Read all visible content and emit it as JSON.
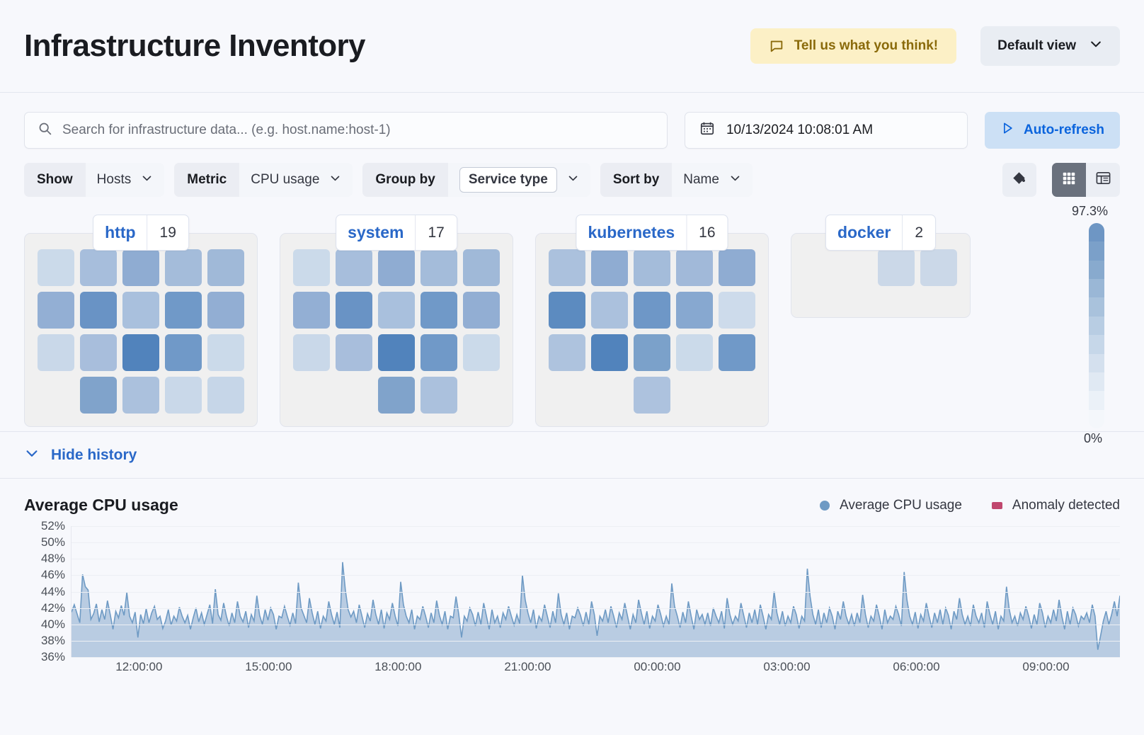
{
  "header": {
    "title": "Infrastructure Inventory",
    "feedback_label": "Tell us what you think!",
    "view_label": "Default view"
  },
  "search": {
    "placeholder": "Search for infrastructure data... (e.g. host.name:host-1)",
    "date_value": "10/13/2024 10:08:01 AM",
    "auto_refresh_label": "Auto-refresh"
  },
  "filters": [
    {
      "label": "Show",
      "value": "Hosts",
      "boxed": false
    },
    {
      "label": "Metric",
      "value": "CPU usage",
      "boxed": false
    },
    {
      "label": "Group by",
      "value": "Service type",
      "boxed": true
    },
    {
      "label": "Sort by",
      "value": "Name",
      "boxed": false
    }
  ],
  "waffle": {
    "legend_max": "97.3%",
    "legend_min": "0%",
    "legend_colors": [
      "#6E96C4",
      "#7BA0C9",
      "#88AACE",
      "#9AB7D6",
      "#A9C2DC",
      "#B8CDE3",
      "#C6D7E9",
      "#D4E0EE",
      "#E0E9F3",
      "#EBF1F8",
      "#F4F7FB"
    ],
    "groups": [
      {
        "name": "http",
        "count": "19",
        "rows": [
          {
            "align": "left",
            "colors": [
              "#CBDAEA",
              "#A7BEDC",
              "#8FACD2",
              "#A4BCDA",
              "#A0B9D8"
            ]
          },
          {
            "align": "left",
            "colors": [
              "#93AFD4",
              "#6993C5",
              "#A9C0DD",
              "#7099C8",
              "#92AED3"
            ]
          },
          {
            "align": "left",
            "colors": [
              "#C9D8E9",
              "#A8BEDC",
              "#5183BC",
              "#7099C8",
              "#CBDAEA"
            ]
          },
          {
            "align": "offset1",
            "colors": [
              "#80A3CB",
              "#ABC1DD",
              "#C9D8E9",
              "#C6D6E8"
            ]
          }
        ]
      },
      {
        "name": "system",
        "count": "17",
        "rows": [
          {
            "align": "left",
            "colors": [
              "#CBDAEA",
              "#A7BEDC",
              "#8FACD2",
              "#A4BCDA",
              "#A0B9D8"
            ]
          },
          {
            "align": "left",
            "colors": [
              "#93AFD4",
              "#6993C5",
              "#A9C0DD",
              "#7099C8",
              "#92AED3"
            ]
          },
          {
            "align": "left",
            "colors": [
              "#C9D8E9",
              "#A8BEDC",
              "#5183BC",
              "#7099C8",
              "#CBDAEA"
            ]
          },
          {
            "align": "center2",
            "colors": [
              "#80A3CB",
              "#ABC1DD"
            ]
          }
        ]
      },
      {
        "name": "kubernetes",
        "count": "16",
        "rows": [
          {
            "align": "left",
            "colors": [
              "#ABC1DD",
              "#8FACD2",
              "#A4BCDA",
              "#A1B9D9",
              "#8FACD2"
            ]
          },
          {
            "align": "left",
            "colors": [
              "#5C8BC0",
              "#ABC1DD",
              "#6E97C7",
              "#87A8D0",
              "#CDDBEB"
            ]
          },
          {
            "align": "left",
            "colors": [
              "#AEC3DE",
              "#5183BC",
              "#7BA1CA",
              "#CBDAEA",
              "#7099C8"
            ]
          },
          {
            "align": "center1",
            "colors": [
              "#ADC2DE"
            ]
          }
        ]
      },
      {
        "name": "docker",
        "count": "2",
        "rows": [
          {
            "align": "docker",
            "colors": [
              "#CBD8E8",
              "#CBD8E8"
            ]
          }
        ]
      }
    ]
  },
  "history": {
    "toggle_label": "Hide history"
  },
  "chart_data": {
    "type": "area",
    "title": "Average CPU usage",
    "xlabel": "",
    "ylabel": "",
    "grid": true,
    "legend_position": "top-right",
    "legend": [
      {
        "name": "Average CPU usage",
        "color": "#6E9AC4",
        "marker": "circle"
      },
      {
        "name": "Anomaly detected",
        "color": "#C0476E",
        "marker": "square"
      }
    ],
    "ylim": [
      36,
      52
    ],
    "yticks": [
      "52%",
      "50%",
      "48%",
      "46%",
      "44%",
      "42%",
      "40%",
      "38%",
      "36%"
    ],
    "xticks": [
      "12:00:00",
      "15:00:00",
      "18:00:00",
      "21:00:00",
      "00:00:00",
      "03:00:00",
      "06:00:00",
      "09:00:00"
    ],
    "series": [
      {
        "name": "Average CPU usage",
        "color": "#6E9AC4",
        "values": [
          41.5,
          42.4,
          41.3,
          40.2,
          46.1,
          44.6,
          44.2,
          40.6,
          41.3,
          42.5,
          40.3,
          41.8,
          40.6,
          42.9,
          41.2,
          39.4,
          41.6,
          40.8,
          42.3,
          41.1,
          43.9,
          41.0,
          40.2,
          41.5,
          38.4,
          41.2,
          40.1,
          41.9,
          40.2,
          41.4,
          42.2,
          40.6,
          41.0,
          39.5,
          40.4,
          41.8,
          39.9,
          41.0,
          40.4,
          42.1,
          41.0,
          40.2,
          41.1,
          39.4,
          40.8,
          42.0,
          40.3,
          41.4,
          40.0,
          41.2,
          42.4,
          40.1,
          44.3,
          41.2,
          40.5,
          42.6,
          41.0,
          39.8,
          41.4,
          40.2,
          42.8,
          41.0,
          40.3,
          41.6,
          39.6,
          41.2,
          40.4,
          43.5,
          41.1,
          40.0,
          41.8,
          40.5,
          42.0,
          41.2,
          39.4,
          41.0,
          40.8,
          42.2,
          41.0,
          39.9,
          41.4,
          40.1,
          45.1,
          42.0,
          41.1,
          40.2,
          43.2,
          41.4,
          40.0,
          41.6,
          39.5,
          41.0,
          40.4,
          42.8,
          41.2,
          40.0,
          41.5,
          39.6,
          47.6,
          44.2,
          41.8,
          40.9,
          41.6,
          40.2,
          42.4,
          41.0,
          39.6,
          41.3,
          40.4,
          43.0,
          41.2,
          40.0,
          41.8,
          39.5,
          41.4,
          40.6,
          42.6,
          41.0,
          39.8,
          45.2,
          42.4,
          41.0,
          40.2,
          41.8,
          39.4,
          41.0,
          40.6,
          42.2,
          41.0,
          39.6,
          41.4,
          40.2,
          42.9,
          41.1,
          40.0,
          41.6,
          39.4,
          41.0,
          40.8,
          43.4,
          41.2,
          38.4,
          41.0,
          40.4,
          42.0,
          41.2,
          39.8,
          41.5,
          40.0,
          42.6,
          41.0,
          39.4,
          41.8,
          40.2,
          41.0,
          39.6,
          41.4,
          40.6,
          42.2,
          41.0,
          39.9,
          41.2,
          40.1,
          46.0,
          43.0,
          41.4,
          40.2,
          41.8,
          39.5,
          41.0,
          40.4,
          42.4,
          41.0,
          39.6,
          41.6,
          40.2,
          43.8,
          41.2,
          40.0,
          41.4,
          39.4,
          41.0,
          40.8,
          42.0,
          41.1,
          39.8,
          41.5,
          40.0,
          42.8,
          41.2,
          38.6,
          41.0,
          40.4,
          41.8,
          40.2,
          42.2,
          41.0,
          39.6,
          41.4,
          40.6,
          42.6,
          41.0,
          39.4,
          41.2,
          40.2,
          43.0,
          41.4,
          40.0,
          41.6,
          39.5,
          41.0,
          40.4,
          42.4,
          41.2,
          39.8,
          41.0,
          40.0,
          45.0,
          42.2,
          41.0,
          39.6,
          41.5,
          40.2,
          42.8,
          41.0,
          39.4,
          41.8,
          40.6,
          41.2,
          40.0,
          41.4,
          39.8,
          42.0,
          41.0,
          40.2,
          41.6,
          39.5,
          43.2,
          41.2,
          40.0,
          41.0,
          40.4,
          42.6,
          41.1,
          39.6,
          41.4,
          40.2,
          41.8,
          40.0,
          42.4,
          41.0,
          39.4,
          41.2,
          40.6,
          44.0,
          41.4,
          40.0,
          41.6,
          39.8,
          41.0,
          40.2,
          42.2,
          41.2,
          39.5,
          41.0,
          40.4,
          46.8,
          43.4,
          41.2,
          40.0,
          41.8,
          39.6,
          41.4,
          40.2,
          42.0,
          41.0,
          39.4,
          41.6,
          40.6,
          42.8,
          41.0,
          40.0,
          41.2,
          39.8,
          41.4,
          40.2,
          43.6,
          41.2,
          39.6,
          41.0,
          40.4,
          42.4,
          41.0,
          39.4,
          41.8,
          40.2,
          41.0,
          40.6,
          42.2,
          41.2,
          39.8,
          46.4,
          43.0,
          41.0,
          40.0,
          41.5,
          39.5,
          41.2,
          40.4,
          42.6,
          41.0,
          39.6,
          41.4,
          40.2,
          41.8,
          40.0,
          42.0,
          41.1,
          39.4,
          41.6,
          40.6,
          43.2,
          41.2,
          40.0,
          41.0,
          39.8,
          42.4,
          41.0,
          40.2,
          41.4,
          39.6,
          42.8,
          41.2,
          40.0,
          41.6,
          39.4,
          41.0,
          40.4,
          44.6,
          41.8,
          40.2,
          41.0,
          39.8,
          41.4,
          40.6,
          42.2,
          41.0,
          39.5,
          41.2,
          40.0,
          42.6,
          41.4,
          39.6,
          41.0,
          40.2,
          41.8,
          40.4,
          43.0,
          41.0,
          39.4,
          41.6,
          40.0,
          42.0,
          41.2,
          39.8,
          41.0,
          40.6,
          41.4,
          40.2,
          42.4,
          41.0,
          36.9,
          38.6,
          40.4,
          41.6,
          40.0,
          41.2,
          42.8,
          41.0,
          43.5
        ]
      }
    ]
  }
}
